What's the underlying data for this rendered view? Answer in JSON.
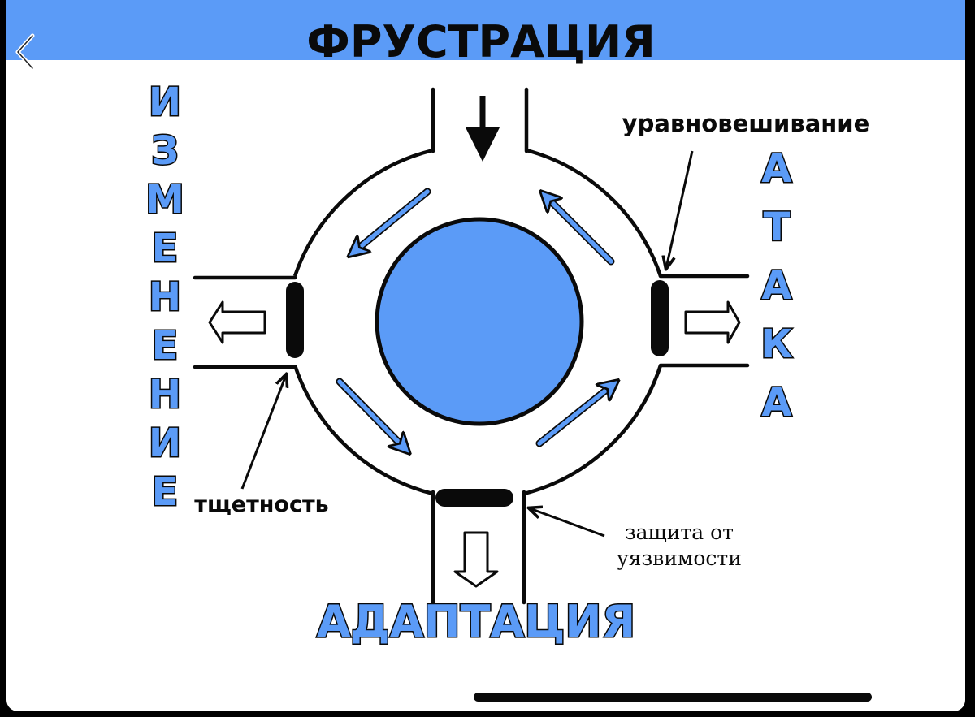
{
  "diagram": {
    "title": "ФРУСТРАЦИЯ",
    "left_word": [
      "И",
      "З",
      "М",
      "Е",
      "Н",
      "Е",
      "Н",
      "И",
      "Е"
    ],
    "right_word": [
      "А",
      "Т",
      "А",
      "К",
      "А"
    ],
    "bottom_word": "АДАПТАЦИЯ",
    "annotations": {
      "top_right": "уравновешивание",
      "bottom_left": "тщетность",
      "bottom_right_line1": "защита от",
      "bottom_right_line2": "уязвимости"
    }
  },
  "colors": {
    "accent_blue": "#5b9bf7",
    "ink": "#0a0a0a",
    "background": "#ffffff"
  },
  "icons": {
    "back": "chevron-left-icon"
  }
}
